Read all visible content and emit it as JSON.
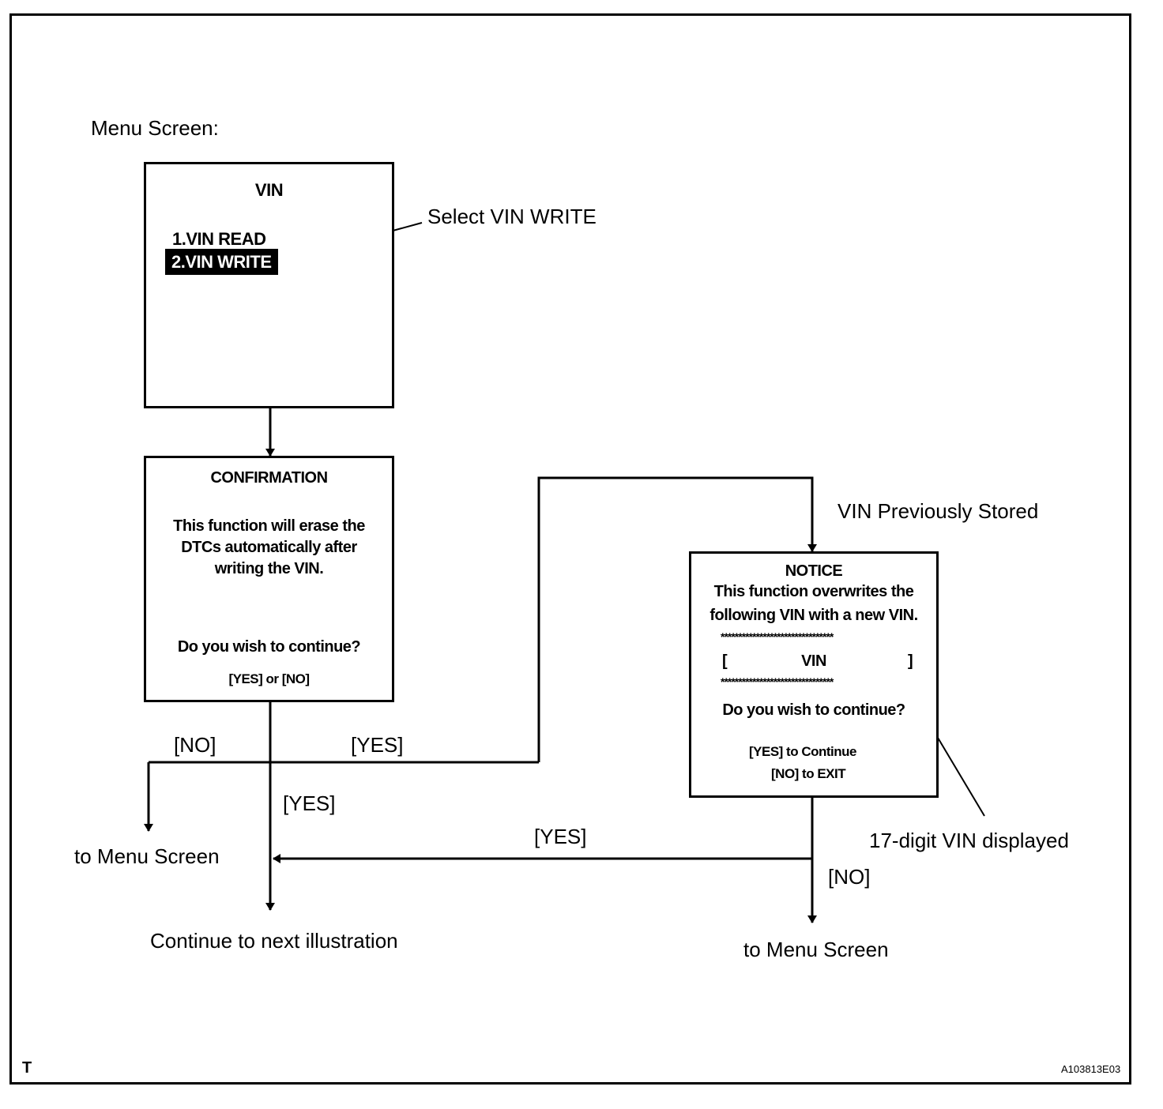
{
  "menu_label": "Menu Screen:",
  "screen_vin": {
    "title": "VIN",
    "item1": "1.VIN READ",
    "item2": "2.VIN WRITE"
  },
  "callout_select": "Select VIN WRITE",
  "screen_confirm": {
    "title": "CONFIRMATION",
    "line1": "This function will erase the",
    "line2": "DTCs automatically after",
    "line3": "writing the VIN.",
    "question": "Do you wish to continue?",
    "options": "[YES] or [NO]"
  },
  "vin_previously_stored": "VIN Previously Stored",
  "screen_notice": {
    "title": "NOTICE",
    "line1": "This function overwrites the",
    "line2": "following VIN with a new VIN.",
    "stars": "********************************",
    "bracket_open": "[",
    "vin": "VIN",
    "bracket_close": "]",
    "question": "Do you wish to continue?",
    "yes_option": "[YES] to Continue",
    "no_option": "[NO] to EXIT"
  },
  "labels": {
    "no_left": "[NO]",
    "yes_branch": "[YES]",
    "yes_down": "[YES]",
    "yes_return": "[YES]",
    "no_right": "[NO]",
    "to_menu_left": "to Menu Screen",
    "continue_next": "Continue to next illustration",
    "to_menu_right": "to Menu Screen",
    "vin_displayed": "17-digit VIN displayed"
  },
  "corner_left": "T",
  "figure_id": "A103813E03"
}
